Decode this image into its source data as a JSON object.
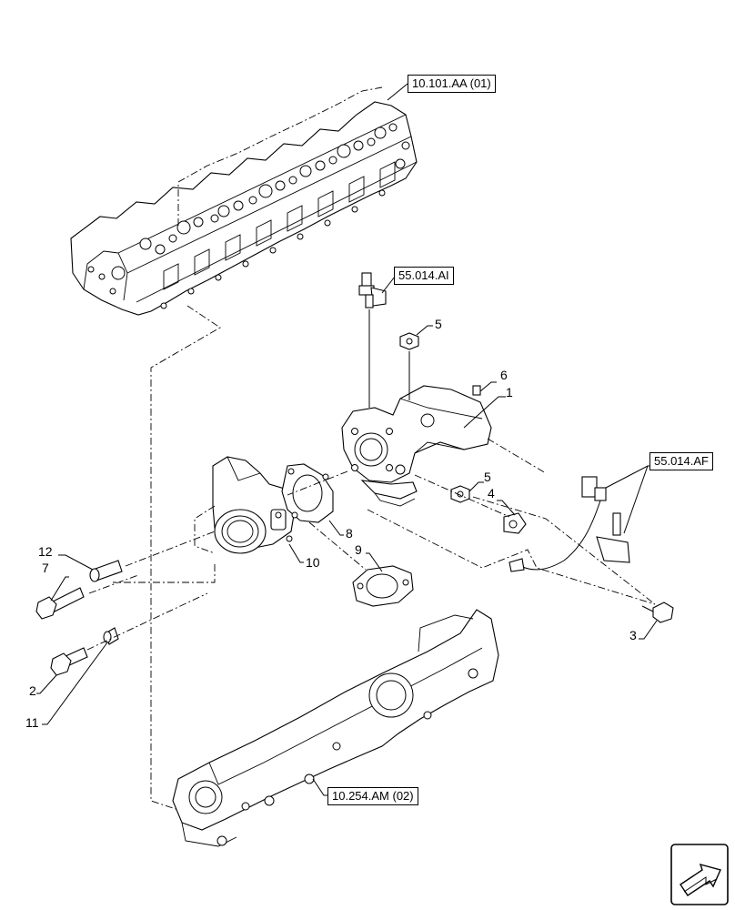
{
  "references": {
    "cylinder_head": "10.101.AA (01)",
    "sensor_top": "55.014.AI",
    "sensor_right": "55.014.AF",
    "exhaust_manifold": "10.254.AM (02)"
  },
  "callouts": {
    "c1": "1",
    "c2": "2",
    "c3": "3",
    "c4": "4",
    "c5a": "5",
    "c5b": "5",
    "c6": "6",
    "c7": "7",
    "c8": "8",
    "c9": "9",
    "c10": "10",
    "c11": "11",
    "c12": "12"
  },
  "nav_icon": "next-page-arrow-icon"
}
